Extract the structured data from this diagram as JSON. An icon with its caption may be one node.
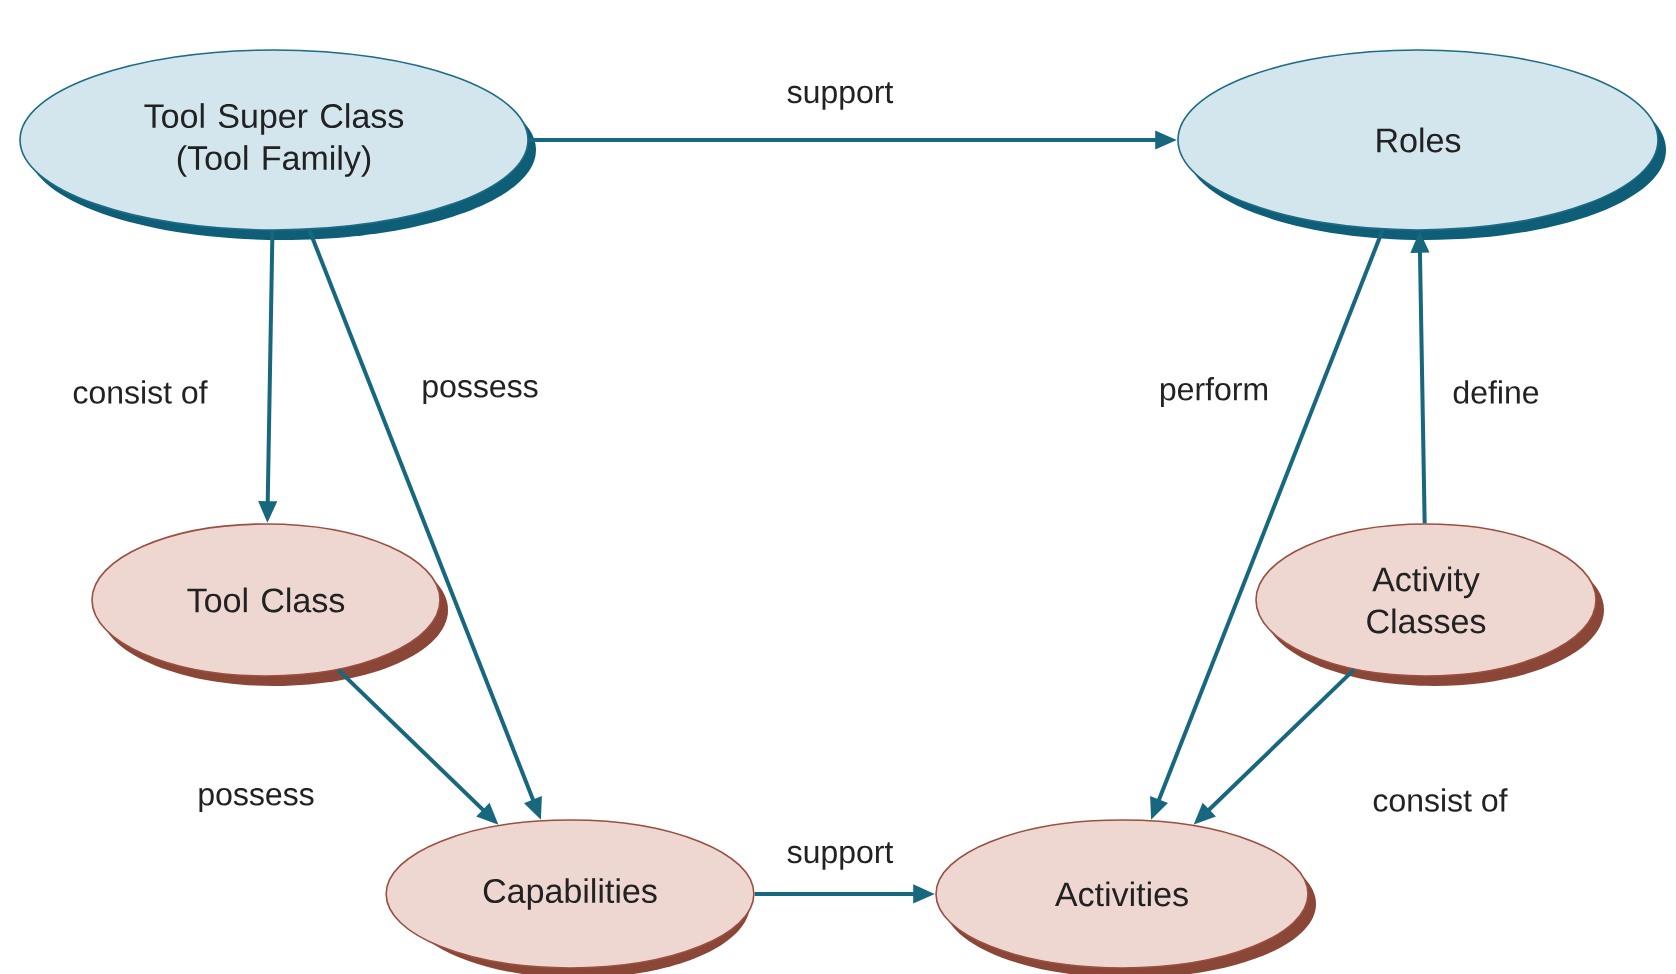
{
  "diagram": {
    "nodes": [
      {
        "text": [
          "Tool Super Class (Tool Family)"
        ]
      },
      {
        "text": [
          "Roles"
        ]
      },
      {
        "text": [
          "Tool Class"
        ]
      },
      {
        "text": [
          "Activity Classes"
        ]
      },
      {
        "text": [
          "Capabilities"
        ]
      },
      {
        "text": [
          "Activities"
        ]
      }
    ],
    "edges": [
      {
        "from": 0,
        "to": 1,
        "arrow": "to",
        "label": "support"
      },
      {
        "from": 0,
        "to": 2,
        "arrow": "to",
        "label": "consist of"
      },
      {
        "from": 0,
        "to": 4,
        "arrow": "to",
        "label": "possess"
      },
      {
        "from": 2,
        "to": 4,
        "arrow": "to",
        "label": "possess"
      },
      {
        "from": 4,
        "to": 5,
        "arrow": "to",
        "label": "support"
      },
      {
        "from": 1,
        "to": 5,
        "arrow": "to",
        "label": "perform"
      },
      {
        "from": 3,
        "to": 1,
        "arrow": "to",
        "label": "define"
      },
      {
        "from": 3,
        "to": 5,
        "arrow": "to",
        "label": "consist of"
      }
    ]
  }
}
